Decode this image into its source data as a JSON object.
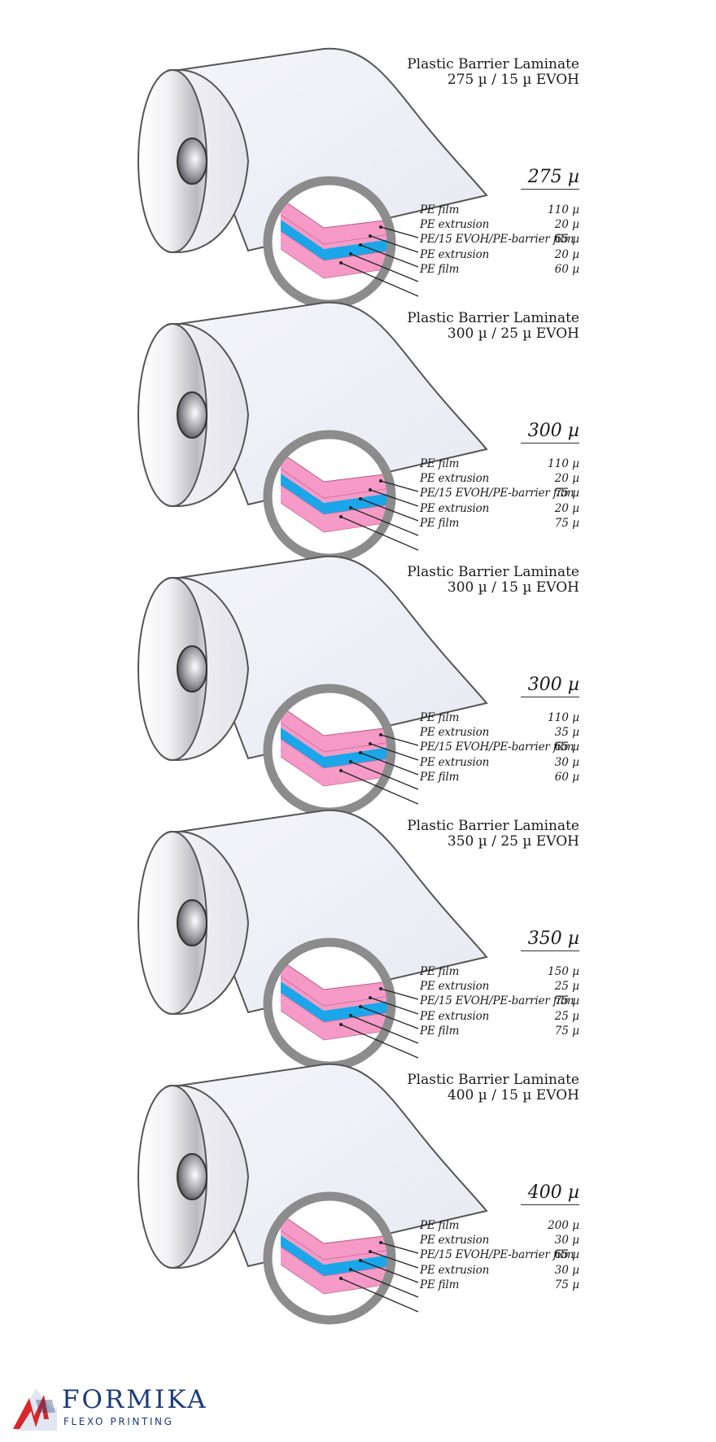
{
  "panels": [
    {
      "title_line1": "Plastic Barrier Laminate",
      "title_line2": "275 µ / 15 µ EVOH",
      "total": "275 µ",
      "layers": [
        {
          "name": "PE film",
          "value": "110 µ"
        },
        {
          "name": "PE extrusion",
          "value": "20 µ"
        },
        {
          "name": "PE/15 EVOH/PE-barrier film",
          "value": "65 µ"
        },
        {
          "name": "PE extrusion",
          "value": "20 µ"
        },
        {
          "name": "PE film",
          "value": "60 µ"
        }
      ]
    },
    {
      "title_line1": "Plastic Barrier Laminate",
      "title_line2": "300 µ / 25 µ EVOH",
      "total": "300 µ",
      "layers": [
        {
          "name": "PE film",
          "value": "110 µ"
        },
        {
          "name": "PE extrusion",
          "value": "20 µ"
        },
        {
          "name": "PE/15 EVOH/PE-barrier film",
          "value": "75 µ"
        },
        {
          "name": "PE extrusion",
          "value": "20 µ"
        },
        {
          "name": "PE film",
          "value": "75 µ"
        }
      ]
    },
    {
      "title_line1": "Plastic Barrier Laminate",
      "title_line2": "300 µ / 15 µ EVOH",
      "total": "300 µ",
      "layers": [
        {
          "name": "PE film",
          "value": "110 µ"
        },
        {
          "name": "PE extrusion",
          "value": "35 µ"
        },
        {
          "name": "PE/15 EVOH/PE-barrier film",
          "value": "65 µ"
        },
        {
          "name": "PE extrusion",
          "value": "30 µ"
        },
        {
          "name": "PE film",
          "value": "60 µ"
        }
      ]
    },
    {
      "title_line1": "Plastic Barrier Laminate",
      "title_line2": "350 µ / 25 µ EVOH",
      "total": "350 µ",
      "layers": [
        {
          "name": "PE film",
          "value": "150 µ"
        },
        {
          "name": "PE extrusion",
          "value": "25 µ"
        },
        {
          "name": "PE/15 EVOH/PE-barrier film",
          "value": "75 µ"
        },
        {
          "name": "PE extrusion",
          "value": "25 µ"
        },
        {
          "name": "PE film",
          "value": "75 µ"
        }
      ]
    },
    {
      "title_line1": "Plastic Barrier Laminate",
      "title_line2": "400 µ / 15 µ EVOH",
      "total": "400 µ",
      "layers": [
        {
          "name": "PE film",
          "value": "200 µ"
        },
        {
          "name": "PE extrusion",
          "value": "30 µ"
        },
        {
          "name": "PE/15 EVOH/PE-barrier film",
          "value": "65 µ"
        },
        {
          "name": "PE extrusion",
          "value": "30 µ"
        },
        {
          "name": "PE film",
          "value": "75 µ"
        }
      ]
    }
  ],
  "logo": {
    "name": "FORMIKA",
    "subtitle": "FLEXO PRINTING"
  },
  "colors": {
    "pink": "#f59ac6",
    "blue": "#1aa6e8",
    "ring": "#8c8c8c",
    "logo_blue": "#1b3a78",
    "logo_red": "#d9262b"
  }
}
